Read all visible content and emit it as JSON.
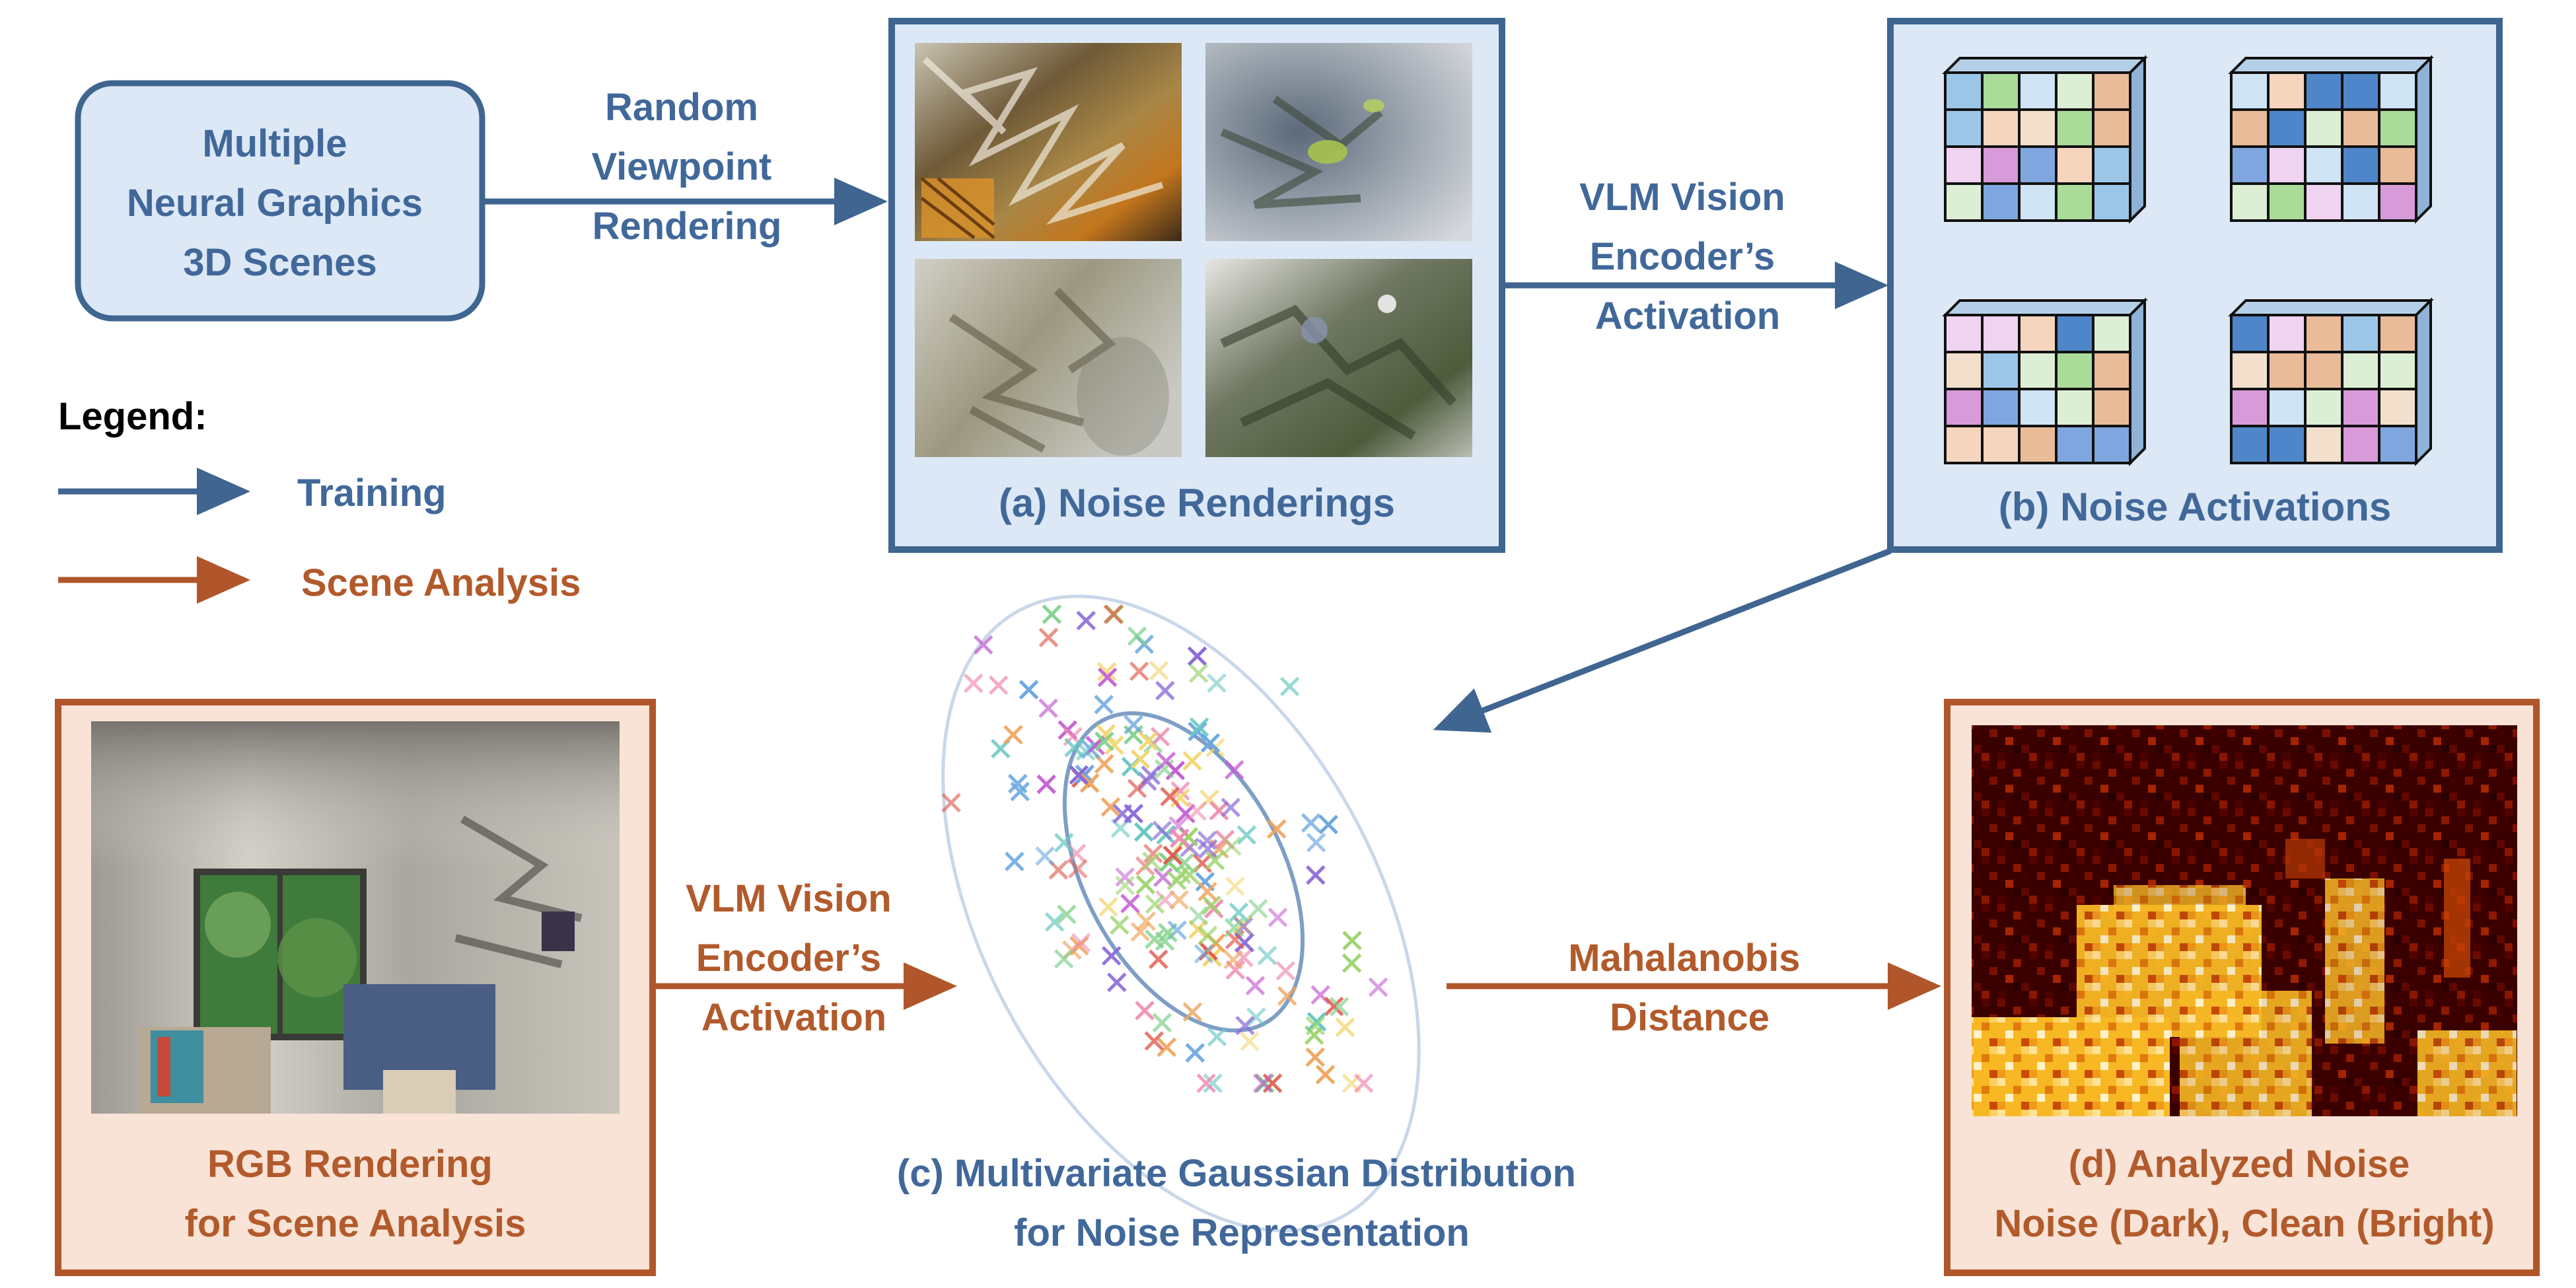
{
  "colors": {
    "blue": "#3f6590",
    "blue_text": "#41689a",
    "blue_fill": "#dce8f5",
    "orange": "#b0562a",
    "orange_text": "#b25a2b",
    "orange_fill": "#f8e3d6",
    "ellipse": "#c9d7ea"
  },
  "source": {
    "lines": [
      "Multiple",
      "Neural Graphics",
      "3D Scenes"
    ]
  },
  "random_viewpoint": {
    "lines": [
      "Random",
      "Viewpoint",
      "Rendering"
    ]
  },
  "panel_a": {
    "caption": "(a) Noise Renderings"
  },
  "vlm_top": {
    "lines": [
      "VLM Vision",
      "Encoder’s",
      "Activation"
    ]
  },
  "panel_b": {
    "caption": "(b) Noise Activations"
  },
  "legend": {
    "title": "Legend:",
    "training": "Training",
    "analysis": "Scene Analysis"
  },
  "rgb_panel": {
    "lines": [
      "RGB Rendering",
      "for Scene Analysis"
    ]
  },
  "vlm_bottom": {
    "lines": [
      "VLM Vision",
      "Encoder’s",
      "Activation"
    ]
  },
  "gaussian": {
    "lines": [
      "(c) Multivariate Gaussian Distribution",
      "for Noise Representation"
    ]
  },
  "mahalanobis": {
    "lines": [
      "Mahalanobis",
      "Distance"
    ]
  },
  "panel_d": {
    "lines": [
      "(d) Analyzed Noise",
      "Noise (Dark), Clean (Bright)"
    ]
  },
  "icons": [
    "noise-rendering-thumbnail",
    "activation-tensor-icon",
    "scatter-cross-marker",
    "heatmap-image"
  ]
}
